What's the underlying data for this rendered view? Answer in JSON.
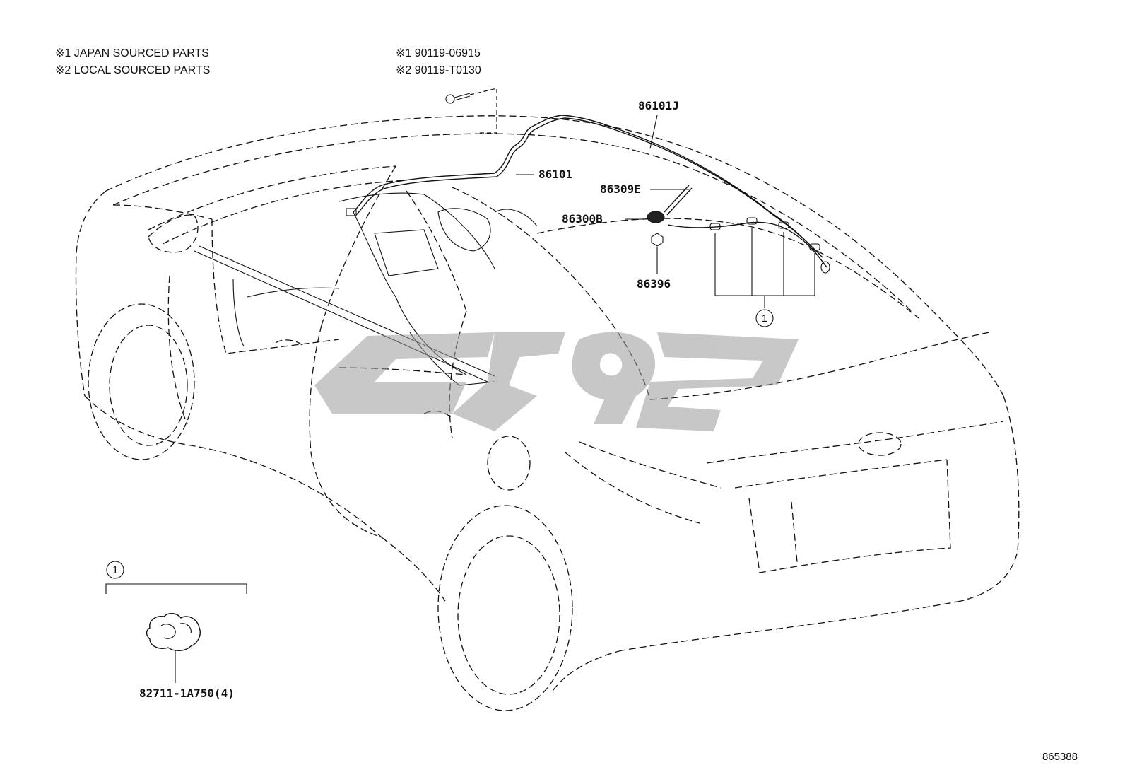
{
  "notes": {
    "japan": "※1 JAPAN SOURCED PARTS",
    "local": "※2 LOCAL SOURCED PARTS"
  },
  "screw_parts": {
    "japan": "※1 90119-06915",
    "local": "※2 90119-T0130"
  },
  "part_labels": {
    "p86101J": "86101J",
    "p86101": "86101",
    "p86309E": "86309E",
    "p86300B": "86300B",
    "p86396": "86396",
    "clip": "82711-1A750(4)"
  },
  "callout": {
    "marker": "1"
  },
  "figure_number": "865388"
}
